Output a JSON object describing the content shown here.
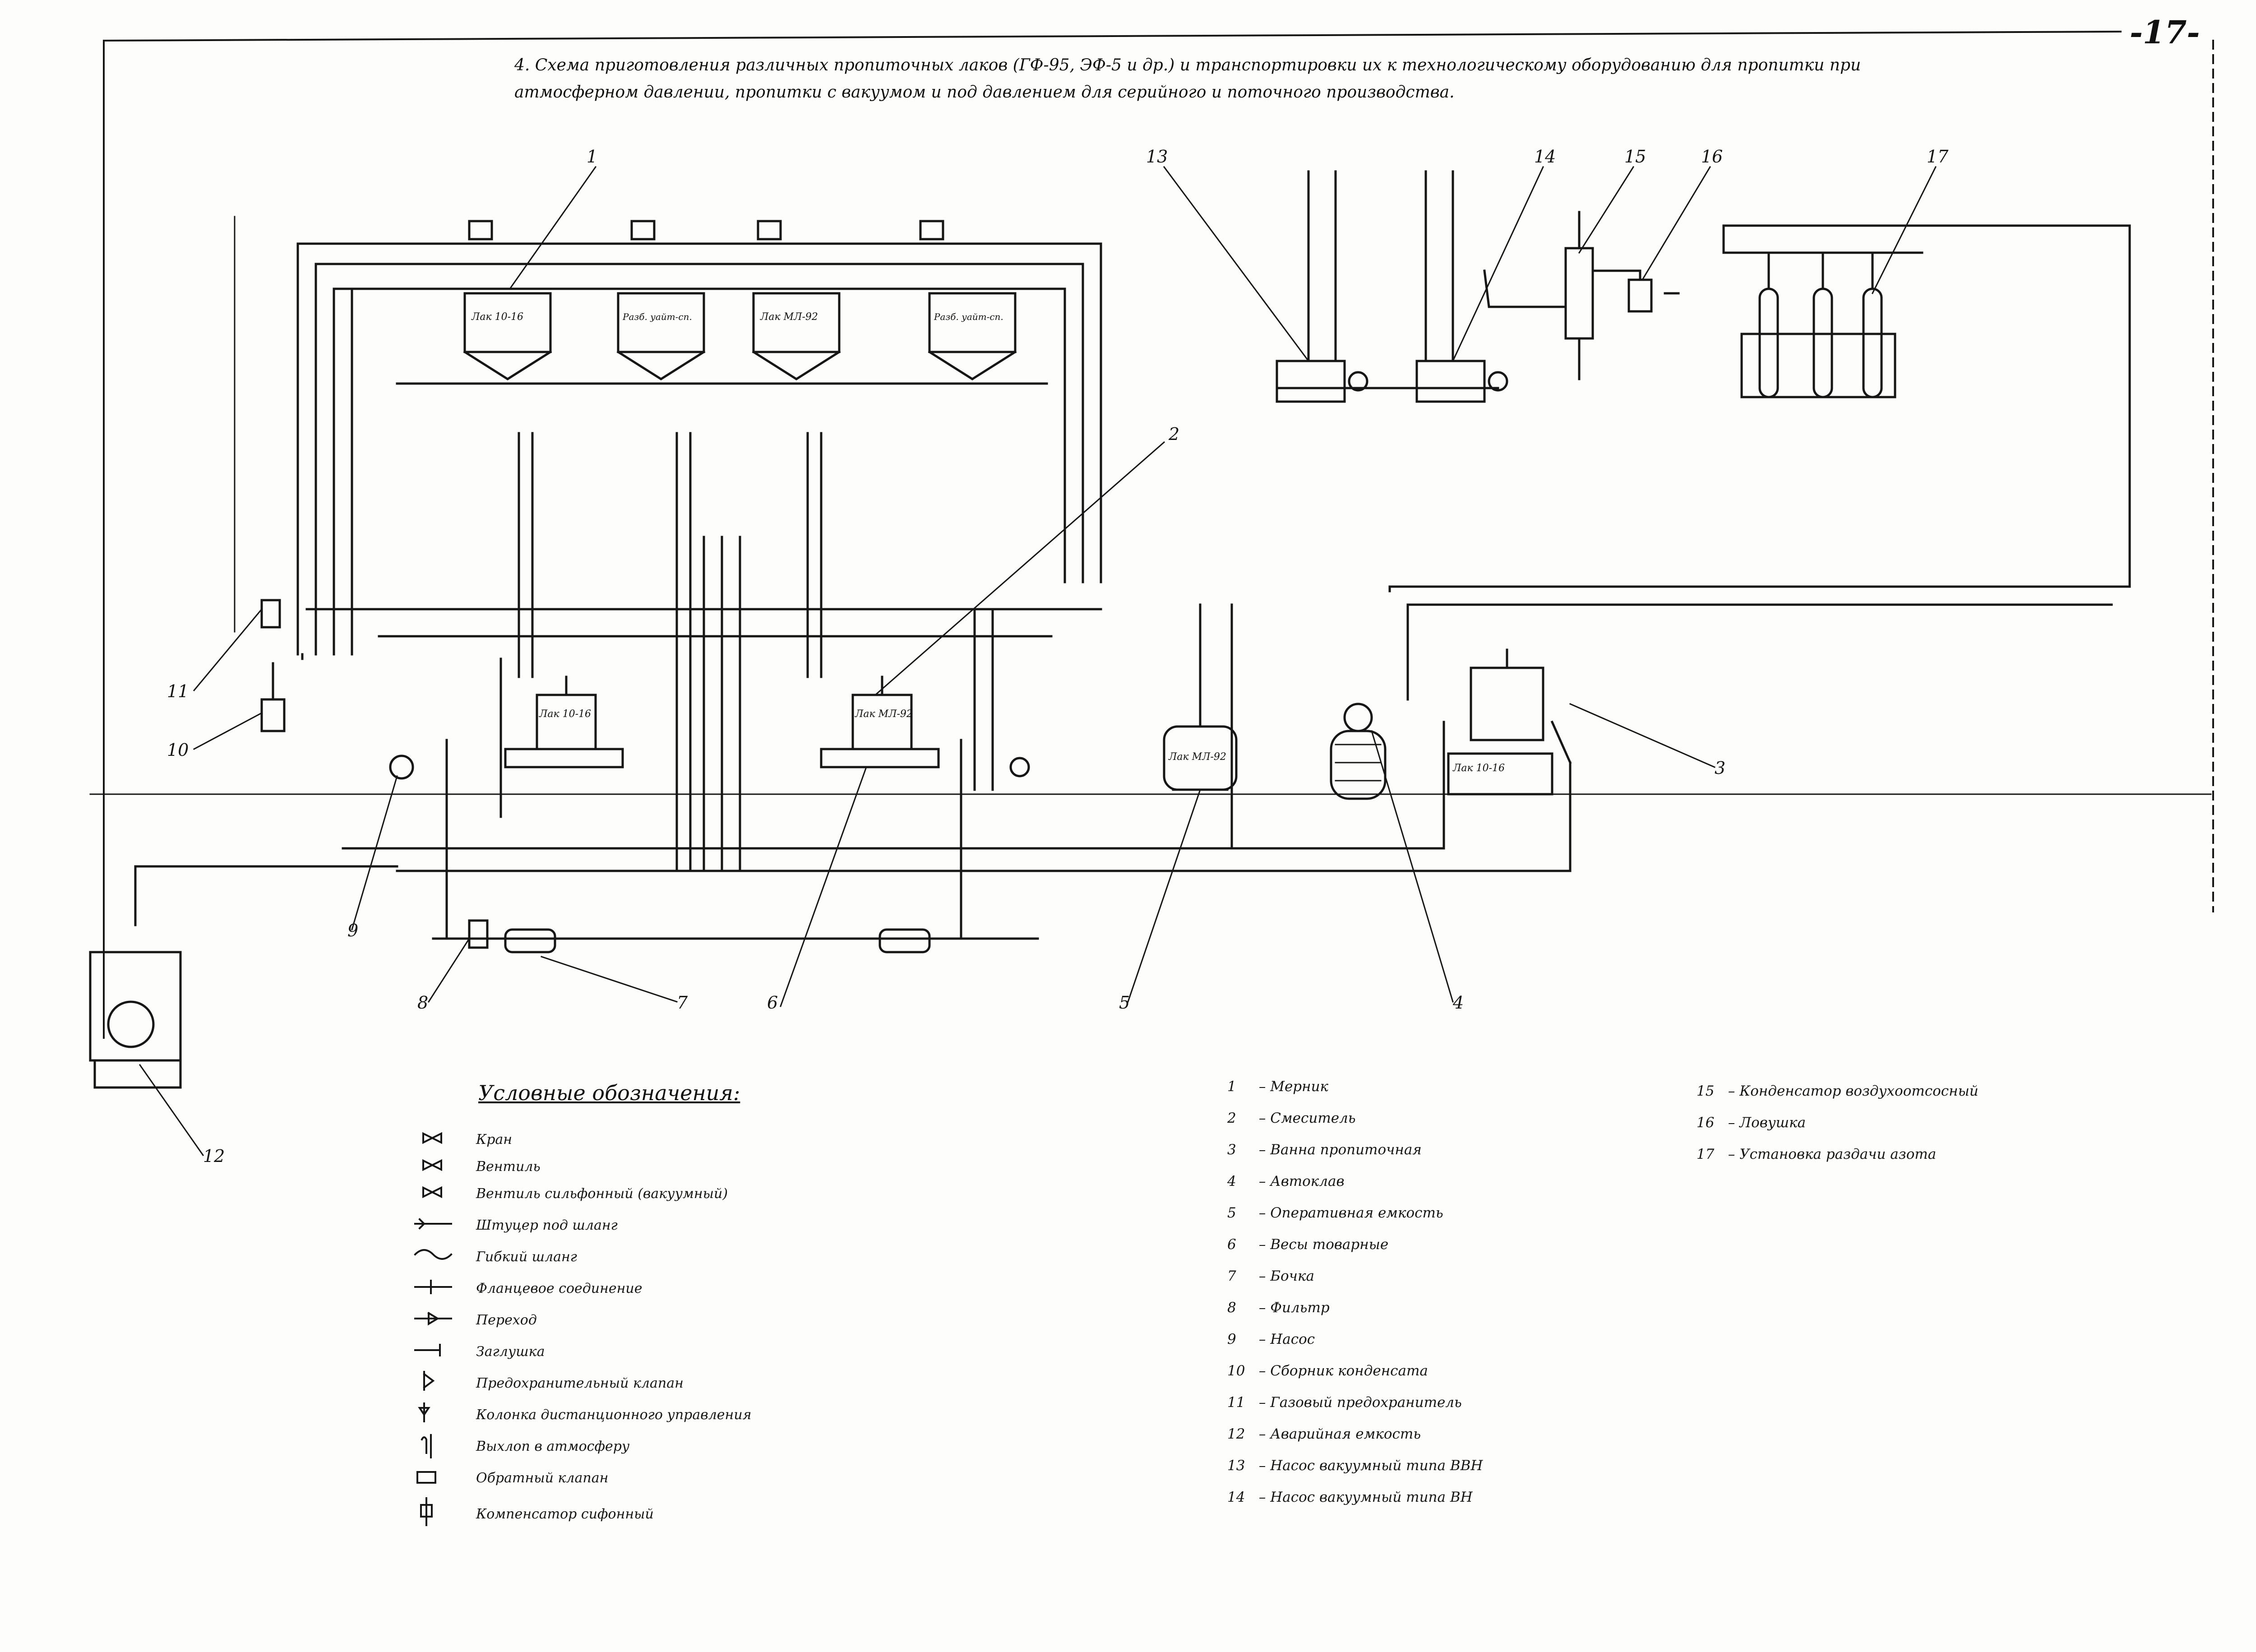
{
  "page_number": "-17-",
  "title": "4. Схема приготовления различных пропиточных лаков (ГФ-95, ЭФ-5 и др.) и транспортировки их к технологическому оборудованию для пропитки при атмосферном давлении, пропитки с вакуумом и под давлением для серийного и поточного производства.",
  "legend": {
    "heading": "Условные обозначения:",
    "items": [
      {
        "symbol": "tap-icon",
        "label": "Кран"
      },
      {
        "symbol": "valve-icon",
        "label": "Вентиль"
      },
      {
        "symbol": "vacuum-valve-icon",
        "label": "Вентиль сильфонный (вакуумный)"
      },
      {
        "symbol": "hose-fitting-icon",
        "label": "Штуцер под шланг"
      },
      {
        "symbol": "flexible-hose-icon",
        "label": "Гибкий шланг"
      },
      {
        "symbol": "flange-icon",
        "label": "Фланцевое соединение"
      },
      {
        "symbol": "transition-icon",
        "label": "Переход"
      },
      {
        "symbol": "plug-icon",
        "label": "Заглушка"
      },
      {
        "symbol": "safety-valve-icon",
        "label": "Предохранительный клапан"
      },
      {
        "symbol": "remote-control-icon",
        "label": "Колонка дистанционного управления"
      },
      {
        "symbol": "atmosphere-vent-icon",
        "label": "Выхлоп в атмосферу"
      },
      {
        "symbol": "check-valve-icon",
        "label": "Обратный клапан"
      },
      {
        "symbol": "siphon-compensator-icon",
        "label": "Компенсатор сифонный"
      }
    ]
  },
  "components": [
    {
      "num": "1",
      "label": "Мерник"
    },
    {
      "num": "2",
      "label": "Смеситель"
    },
    {
      "num": "3",
      "label": "Ванна пропиточная"
    },
    {
      "num": "4",
      "label": "Автоклав"
    },
    {
      "num": "5",
      "label": "Оперативная емкость"
    },
    {
      "num": "6",
      "label": "Весы товарные"
    },
    {
      "num": "7",
      "label": "Бочка"
    },
    {
      "num": "8",
      "label": "Фильтр"
    },
    {
      "num": "9",
      "label": "Насос"
    },
    {
      "num": "10",
      "label": "Сборник конденсата"
    },
    {
      "num": "11",
      "label": "Газовый предохранитель"
    },
    {
      "num": "12",
      "label": "Аварийная емкость"
    },
    {
      "num": "13",
      "label": "Насос вакуумный типа ВВН"
    },
    {
      "num": "14",
      "label": "Насос вакуумный типа ВН"
    },
    {
      "num": "15",
      "label": "Конденсатор воздухоотсосный"
    },
    {
      "num": "16",
      "label": "Ловушка"
    },
    {
      "num": "17",
      "label": "Установка раздачи азота"
    }
  ],
  "tags": [
    "1",
    "2",
    "3",
    "4",
    "5",
    "6",
    "7",
    "8",
    "9",
    "10",
    "11",
    "12",
    "13",
    "14",
    "15",
    "16",
    "17"
  ],
  "vessel_labels": {
    "measure_1": "Лак 10-16",
    "measure_2": "Разб. уайт-сп.",
    "measure_3": "Лак МЛ-92",
    "measure_4": "Разб. уайт-сп.",
    "mixer_1": "Лак 10-16",
    "mixer_2": "Лак МЛ-92",
    "tank_5": "Лак МЛ-92",
    "bath_3": "Лак 10-16"
  },
  "colors": {
    "ink": "#161616",
    "paper": "#fdfdfb"
  }
}
